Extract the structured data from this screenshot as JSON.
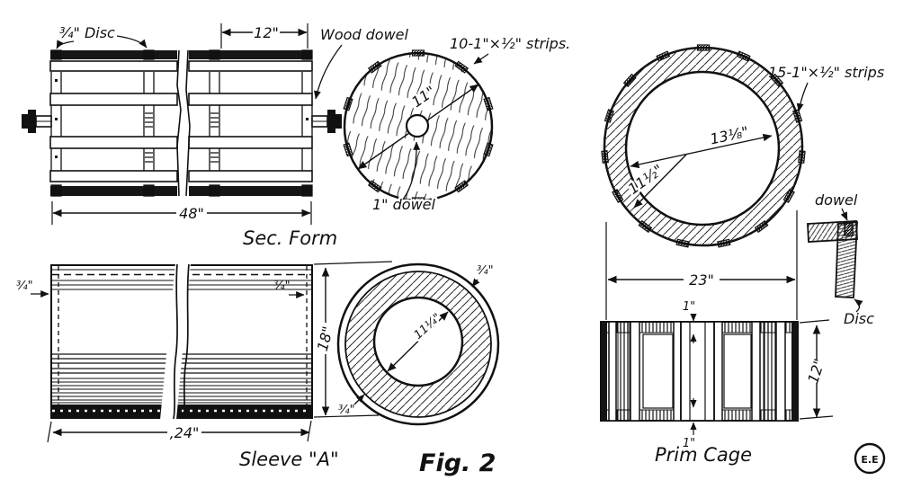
{
  "figure": {
    "caption": "Fig. 2",
    "monogram": "E.E"
  },
  "sec_form": {
    "caption": "Sec. Form",
    "disc_label": "¾\" Disc",
    "wood_dowel_label": "Wood dowel",
    "overall_width": "48\"",
    "segment_width": "12\""
  },
  "sec_form_section": {
    "strips_label": "10-1\"×½\" strips.",
    "strips_count": 10,
    "diameter": "11\"",
    "dowel_label": "1\" dowel"
  },
  "cage_ring": {
    "strips_label": "15-1\"×½\" strips",
    "strips_count": 15,
    "inner_diameter": "13⅛\"",
    "lath_radius": "11½\""
  },
  "prim_cage": {
    "caption": "Prim Cage",
    "width": "23\"",
    "height": "12\"",
    "band_top": "1\"",
    "band_bottom": "1\""
  },
  "dowel_detail": {
    "dowel_label": "dowel",
    "disc_label": "Disc"
  },
  "sleeve": {
    "caption": "Sleeve \"A\"",
    "width": ",24\"",
    "height": "18\"",
    "edge_left": "¾\"",
    "edge_right": "¾\""
  },
  "sleeve_section": {
    "diameter": "11¼\"",
    "wall_top": "¾\"",
    "wall_bottom": "¾\""
  }
}
